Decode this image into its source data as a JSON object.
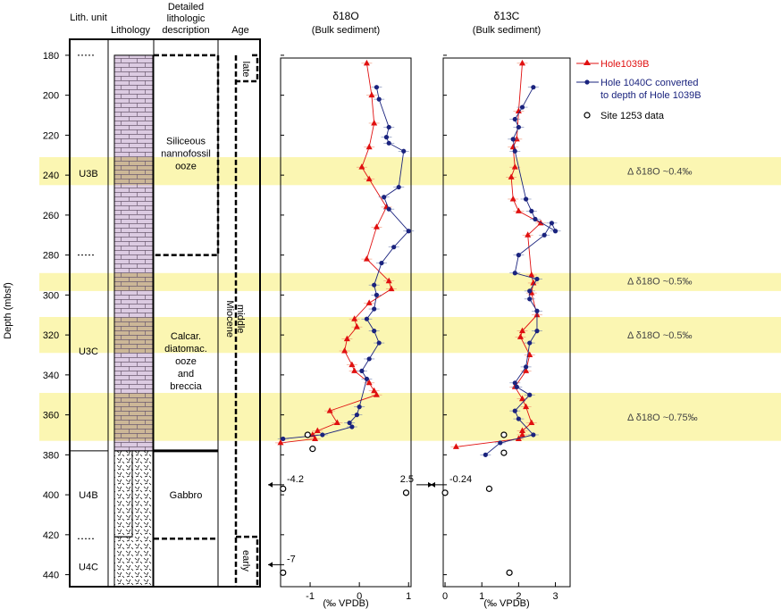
{
  "depth_axis": {
    "label": "Depth (mbsf)",
    "range": [
      172,
      446
    ],
    "ticks": [
      180,
      200,
      220,
      240,
      260,
      280,
      300,
      320,
      340,
      360,
      380,
      400,
      420,
      440
    ],
    "tick_labels": [
      "180",
      "200",
      "220",
      "240",
      "260",
      "280",
      "300",
      "320",
      "340",
      "360",
      "380",
      "400",
      "420",
      "440"
    ]
  },
  "columns": {
    "lith_unit": "Lith. unit",
    "lithology": "Lithology",
    "description_line1": "Detailed",
    "description_line2": "lithologic",
    "description_line3": "description",
    "age": "Age"
  },
  "units": [
    {
      "label": "U3B",
      "depth": 239
    },
    {
      "label": "U3C",
      "depth": 328
    },
    {
      "label": "U4B",
      "depth": 400
    },
    {
      "label": "U4C",
      "depth": 436
    }
  ],
  "descriptions": [
    {
      "lines": [
        "Siliceous",
        "nannofossil",
        "ooze"
      ]
    },
    {
      "lines": [
        "Calcar.",
        "diatomac.",
        "ooze",
        "and",
        "breccia"
      ]
    },
    {
      "lines": [
        "Gabbro"
      ]
    }
  ],
  "ages": {
    "late": "late",
    "miocene": "Miocene",
    "middle": "middle",
    "early": "early"
  },
  "colors": {
    "hole1039b": "#e01010",
    "hole1040c": "#1a237e",
    "site1253": "#000000",
    "band": "#fbf6b2",
    "marl": "#dccbe2",
    "marl_brown": "#c9b48a",
    "gabbro_fill": "#ffffff"
  },
  "legend": {
    "hole1039b": "Hole1039B",
    "hole1040c_line1": "Hole 1040C converted",
    "hole1040c_line2": "to depth of Hole 1039B",
    "site1253": "Site 1253 data"
  },
  "annotations": {
    "band1": "Δ  δ18O ~0.4‰",
    "band2": "Δ  δ18O ~0.5‰",
    "band3": "Δ  δ18O ~0.5‰",
    "band4": "Δ  δ18O ~0.75‰",
    "o_offscale_left1": "-4.2",
    "o_offscale_left2": "-7",
    "o_offscale_right": "2.5",
    "c_offscale_left": "-0.24"
  },
  "chart_data": [
    {
      "type": "scatter",
      "title_line1": "δ18O",
      "title_line2": "(Bulk sediment)",
      "xlabel": "(‰ VPDB)",
      "ylabel": "Depth (mbsf)",
      "xlim": [
        -1.6,
        1.05
      ],
      "ylim": [
        446,
        172
      ],
      "x_ticks": [
        -1,
        0,
        1
      ],
      "x_tick_labels": [
        "-1",
        "0",
        "1"
      ],
      "highlight_bands": [
        [
          231,
          245
        ],
        [
          289,
          298
        ],
        [
          311,
          329
        ],
        [
          349,
          373
        ]
      ],
      "series": [
        {
          "name": "Hole1039B",
          "x": [
            0.15,
            0.25,
            0.3,
            0.2,
            0.05,
            0.2,
            0.55,
            0.35,
            0.15,
            0.6,
            0.65,
            0.2,
            -0.1,
            -0.05,
            -0.25,
            -0.3,
            -0.15,
            -0.1,
            0.2,
            0.3,
            0.35,
            -0.6,
            -0.45,
            -0.85,
            -0.95,
            -0.9,
            -1.6
          ],
          "y": [
            184,
            200,
            214,
            226,
            236,
            242,
            256,
            266,
            282,
            293,
            297,
            304,
            312,
            316,
            322,
            328,
            335,
            338,
            344,
            348,
            350,
            358,
            364,
            368,
            370,
            372,
            374
          ]
        },
        {
          "name": "Hole 1040C converted to depth of Hole 1039B",
          "x": [
            0.35,
            0.4,
            0.6,
            0.55,
            0.6,
            0.9,
            0.8,
            0.5,
            0.6,
            1.0,
            0.7,
            0.45,
            0.3,
            0.35,
            0.3,
            0.15,
            0.3,
            0.4,
            0.2,
            0.05,
            0.15,
            0.0,
            -0.05,
            -0.2,
            -0.15,
            -0.75,
            -1.55
          ],
          "y": [
            196,
            202,
            216,
            221,
            224,
            228,
            246,
            251,
            257,
            268,
            276,
            284,
            295,
            300,
            307,
            312,
            318,
            324,
            332,
            338,
            342,
            356,
            360,
            364,
            366,
            370,
            372
          ]
        },
        {
          "name": "Site 1253 data",
          "x": [
            -1.05,
            -0.95,
            -1.55,
            0.95,
            -1.55
          ],
          "y": [
            370,
            377,
            397,
            399,
            439
          ]
        }
      ]
    },
    {
      "type": "scatter",
      "title_line1": "δ13C",
      "title_line2": "(Bulk sediment)",
      "xlabel": "(‰ VPDB)",
      "ylabel": "Depth (mbsf)",
      "xlim": [
        -0.05,
        3.4
      ],
      "ylim": [
        446,
        172
      ],
      "x_ticks": [
        0,
        1,
        2,
        3
      ],
      "x_tick_labels": [
        "0",
        "1",
        "2",
        "3"
      ],
      "highlight_bands": [
        [
          231,
          245
        ],
        [
          289,
          298
        ],
        [
          311,
          329
        ],
        [
          349,
          373
        ]
      ],
      "series": [
        {
          "name": "Hole1039B",
          "x": [
            2.1,
            2.0,
            1.95,
            1.85,
            1.9,
            1.8,
            1.85,
            2.0,
            2.6,
            2.25,
            2.35,
            2.4,
            2.35,
            2.5,
            2.1,
            2.05,
            2.3,
            2.2,
            1.9,
            2.1,
            2.2,
            2.35,
            2.1,
            2.1,
            2.0,
            0.3
          ],
          "y": [
            184,
            208,
            222,
            226,
            236,
            241,
            252,
            258,
            264,
            270,
            290,
            294,
            299,
            310,
            318,
            321,
            330,
            338,
            346,
            352,
            356,
            364,
            368,
            370,
            372,
            376
          ]
        },
        {
          "name": "Hole 1040C converted to depth of Hole 1039B",
          "x": [
            2.4,
            2.1,
            1.9,
            2.0,
            1.85,
            1.9,
            2.2,
            2.35,
            2.45,
            3.0,
            2.9,
            2.7,
            2.0,
            1.9,
            2.5,
            2.3,
            2.3,
            2.5,
            2.5,
            2.3,
            2.2,
            1.9,
            1.95,
            2.3,
            1.9,
            2.0,
            2.4,
            1.5,
            1.1
          ],
          "y": [
            196,
            206,
            212,
            216,
            222,
            228,
            252,
            258,
            262,
            268,
            264,
            270,
            280,
            289,
            292,
            298,
            302,
            308,
            318,
            324,
            336,
            344,
            346,
            350,
            358,
            362,
            370,
            374,
            380
          ]
        },
        {
          "name": "Site 1253 data",
          "x": [
            1.6,
            1.6,
            1.2,
            0.0,
            1.75
          ],
          "y": [
            370,
            379,
            397,
            399,
            439
          ]
        }
      ]
    }
  ]
}
